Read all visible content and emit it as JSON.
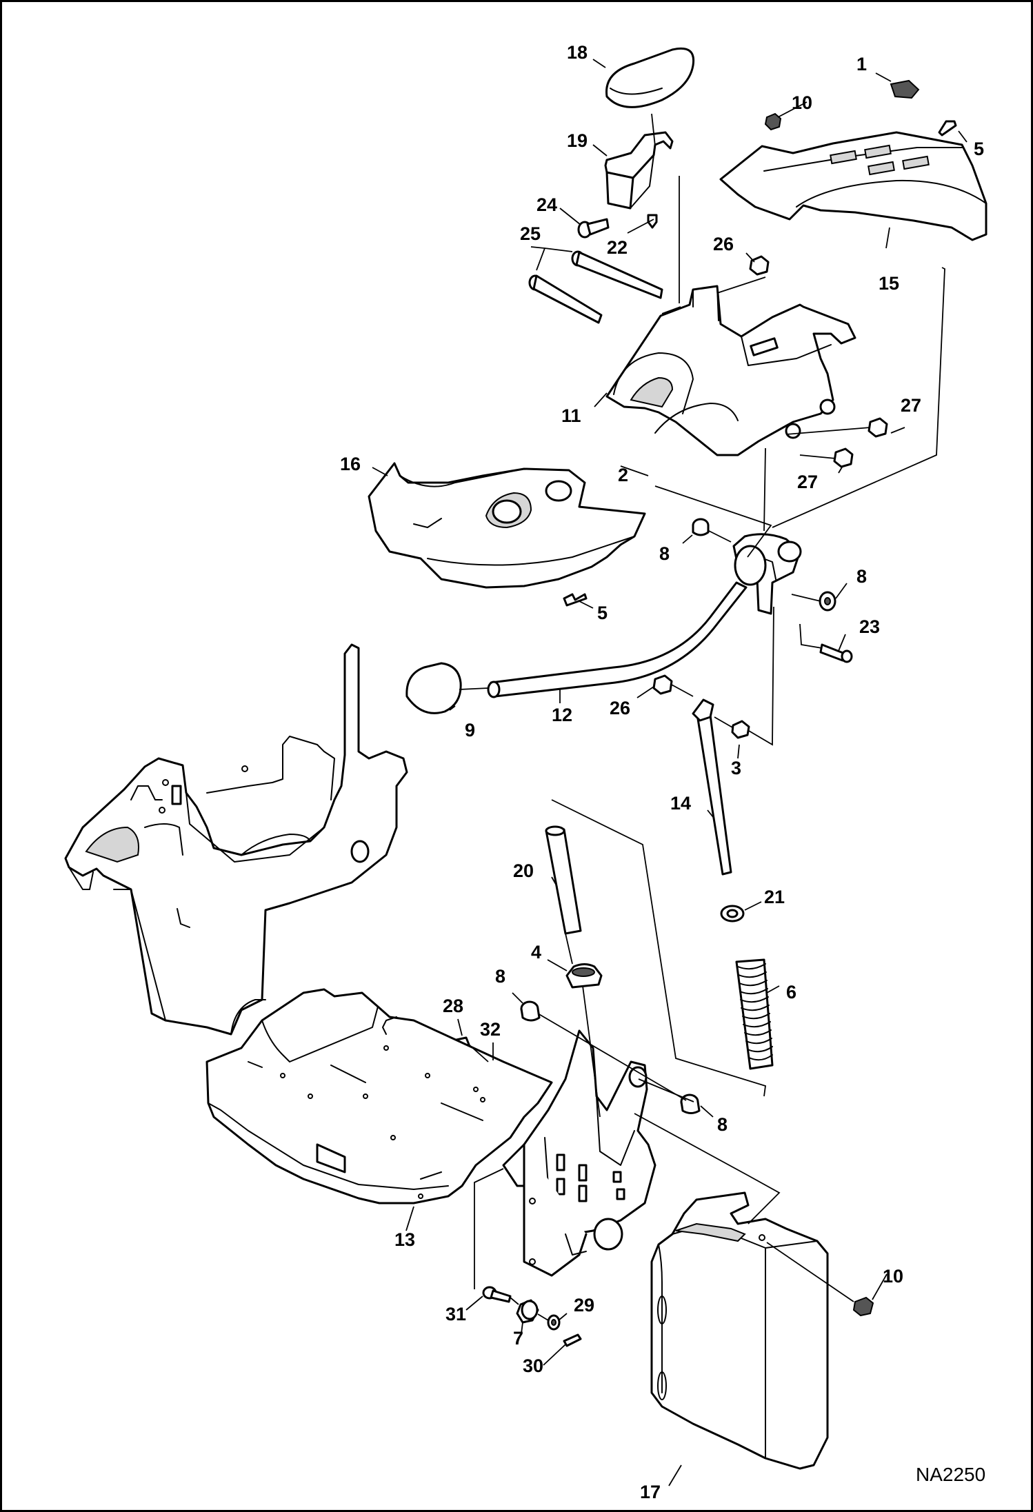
{
  "drawing": {
    "id_label": "NA2250"
  },
  "callouts": [
    {
      "key": "c1",
      "text": "1"
    },
    {
      "key": "c2",
      "text": "2"
    },
    {
      "key": "c3",
      "text": "3"
    },
    {
      "key": "c4",
      "text": "4"
    },
    {
      "key": "c5a",
      "text": "5"
    },
    {
      "key": "c5b",
      "text": "5"
    },
    {
      "key": "c6",
      "text": "6"
    },
    {
      "key": "c7",
      "text": "7"
    },
    {
      "key": "c8a",
      "text": "8"
    },
    {
      "key": "c8b",
      "text": "8"
    },
    {
      "key": "c8c",
      "text": "8"
    },
    {
      "key": "c8d",
      "text": "8"
    },
    {
      "key": "c9",
      "text": "9"
    },
    {
      "key": "c10a",
      "text": "10"
    },
    {
      "key": "c10b",
      "text": "10"
    },
    {
      "key": "c11",
      "text": "11"
    },
    {
      "key": "c12",
      "text": "12"
    },
    {
      "key": "c13",
      "text": "13"
    },
    {
      "key": "c14",
      "text": "14"
    },
    {
      "key": "c15",
      "text": "15"
    },
    {
      "key": "c16",
      "text": "16"
    },
    {
      "key": "c17",
      "text": "17"
    },
    {
      "key": "c18",
      "text": "18"
    },
    {
      "key": "c19",
      "text": "19"
    },
    {
      "key": "c20",
      "text": "20"
    },
    {
      "key": "c21",
      "text": "21"
    },
    {
      "key": "c22",
      "text": "22"
    },
    {
      "key": "c23",
      "text": "23"
    },
    {
      "key": "c24",
      "text": "24"
    },
    {
      "key": "c25",
      "text": "25"
    },
    {
      "key": "c26a",
      "text": "26"
    },
    {
      "key": "c26b",
      "text": "26"
    },
    {
      "key": "c27a",
      "text": "27"
    },
    {
      "key": "c27b",
      "text": "27"
    },
    {
      "key": "c28",
      "text": "28"
    },
    {
      "key": "c29",
      "text": "29"
    },
    {
      "key": "c30",
      "text": "30"
    },
    {
      "key": "c31",
      "text": "31"
    },
    {
      "key": "c32",
      "text": "32"
    }
  ]
}
